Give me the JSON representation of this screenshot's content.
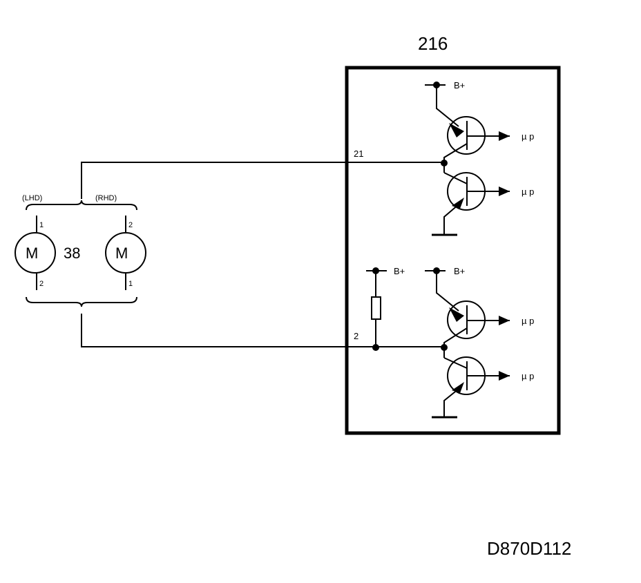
{
  "module": {
    "id": "216"
  },
  "motor": {
    "id": "38",
    "symbol": "M",
    "variant_left": "(LHD)",
    "variant_right": "(RHD)",
    "pins": {
      "left_top": "1",
      "left_bottom": "2",
      "right_top": "2",
      "right_bottom": "1"
    }
  },
  "terminals": {
    "t21": "21",
    "t2": "2"
  },
  "supply_label": "B+",
  "control_label": "µ p",
  "drawing_code": "D870D112"
}
